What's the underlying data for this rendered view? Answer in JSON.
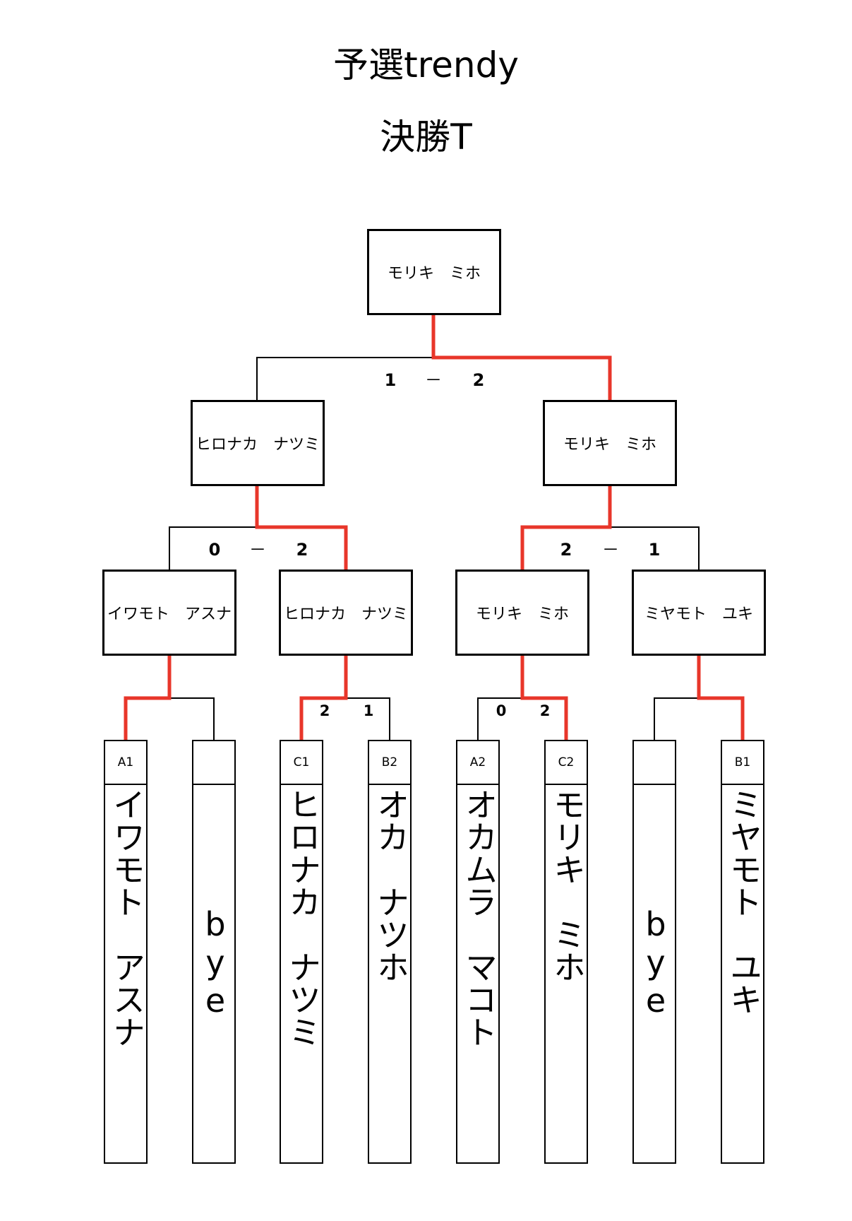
{
  "title": "予選trendy",
  "subtitle": "決勝T",
  "colors": {
    "win_line": "#e8362a",
    "line": "#000000"
  },
  "final": {
    "winner": "モリキ　ミホ",
    "score_left": "1",
    "score_dash": "－",
    "score_right": "2"
  },
  "semis": [
    {
      "name": "ヒロナカ　ナツミ",
      "score_left": "0",
      "score_dash": "－",
      "score_right": "2"
    },
    {
      "name": "モリキ　ミホ",
      "score_left": "2",
      "score_dash": "－",
      "score_right": "1"
    }
  ],
  "quarters": [
    {
      "name": "イワモト　アスナ",
      "score_left": "",
      "score_right": ""
    },
    {
      "name": "ヒロナカ　ナツミ",
      "score_left": "2",
      "score_right": "1"
    },
    {
      "name": "モリキ　ミホ",
      "score_left": "0",
      "score_right": "2"
    },
    {
      "name": "ミヤモト　ユキ",
      "score_left": "",
      "score_right": ""
    }
  ],
  "entries": [
    {
      "code": "A1",
      "name": "イワモト　アスナ"
    },
    {
      "code": "",
      "name": "bye"
    },
    {
      "code": "C1",
      "name": "ヒロナカ　ナツミ"
    },
    {
      "code": "B2",
      "name": "オカ　ナツホ"
    },
    {
      "code": "A2",
      "name": "オカムラ　マコト"
    },
    {
      "code": "C2",
      "name": "モリキ　ミホ"
    },
    {
      "code": "",
      "name": "bye"
    },
    {
      "code": "B1",
      "name": "ミヤモト　ユキ"
    }
  ]
}
